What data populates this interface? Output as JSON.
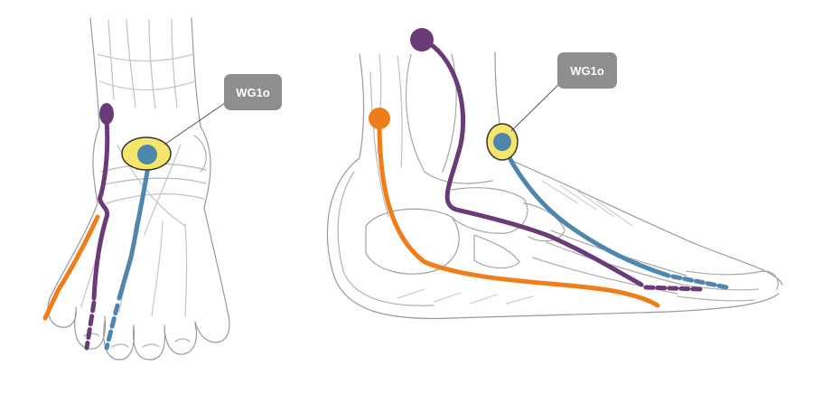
{
  "callouts": [
    {
      "id": "front",
      "label": "WG1o"
    },
    {
      "id": "side",
      "label": "WG1o"
    }
  ],
  "colors": {
    "orange": "#EF7D1A",
    "purple": "#6B3A78",
    "blue": "#4F86AE",
    "highlight": "#F5E56B",
    "callout_bg": "#8E8E8E",
    "sketch": "#9a9a9a",
    "sketch_dark": "#6e6e6e"
  },
  "icons": [
    "front-foot-illustration",
    "side-foot-illustration"
  ]
}
